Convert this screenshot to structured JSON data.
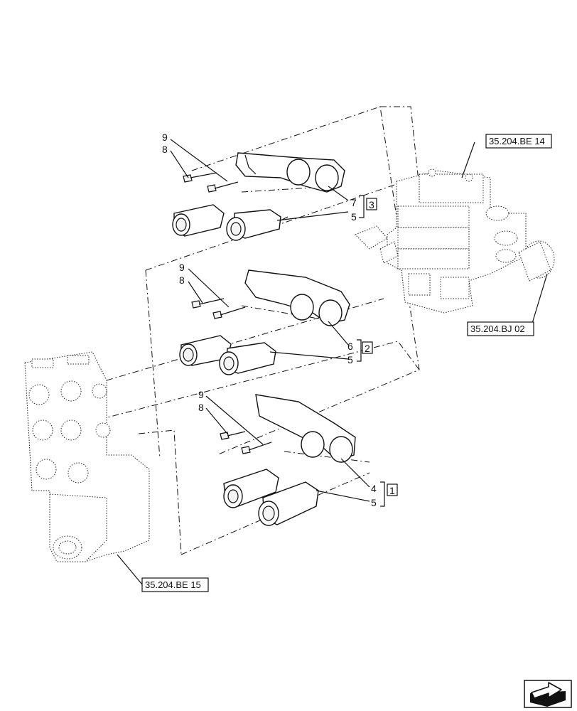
{
  "callouts": {
    "n9_top": "9",
    "n8_top": "8",
    "n7": "7",
    "n5_top": "5",
    "g3": "3",
    "n9_mid": "9",
    "n8_mid": "8",
    "n6": "6",
    "n5_mid": "5",
    "g2": "2",
    "n9_bot": "9",
    "n8_bot": "8",
    "n4": "4",
    "n5_bot": "5",
    "g1": "1"
  },
  "references": {
    "be14": "35.204.BE 14",
    "bj02": "35.204.BJ 02",
    "be15": "35.204.BE 15"
  },
  "nav": {
    "icon": "next-page-arrow-icon"
  }
}
